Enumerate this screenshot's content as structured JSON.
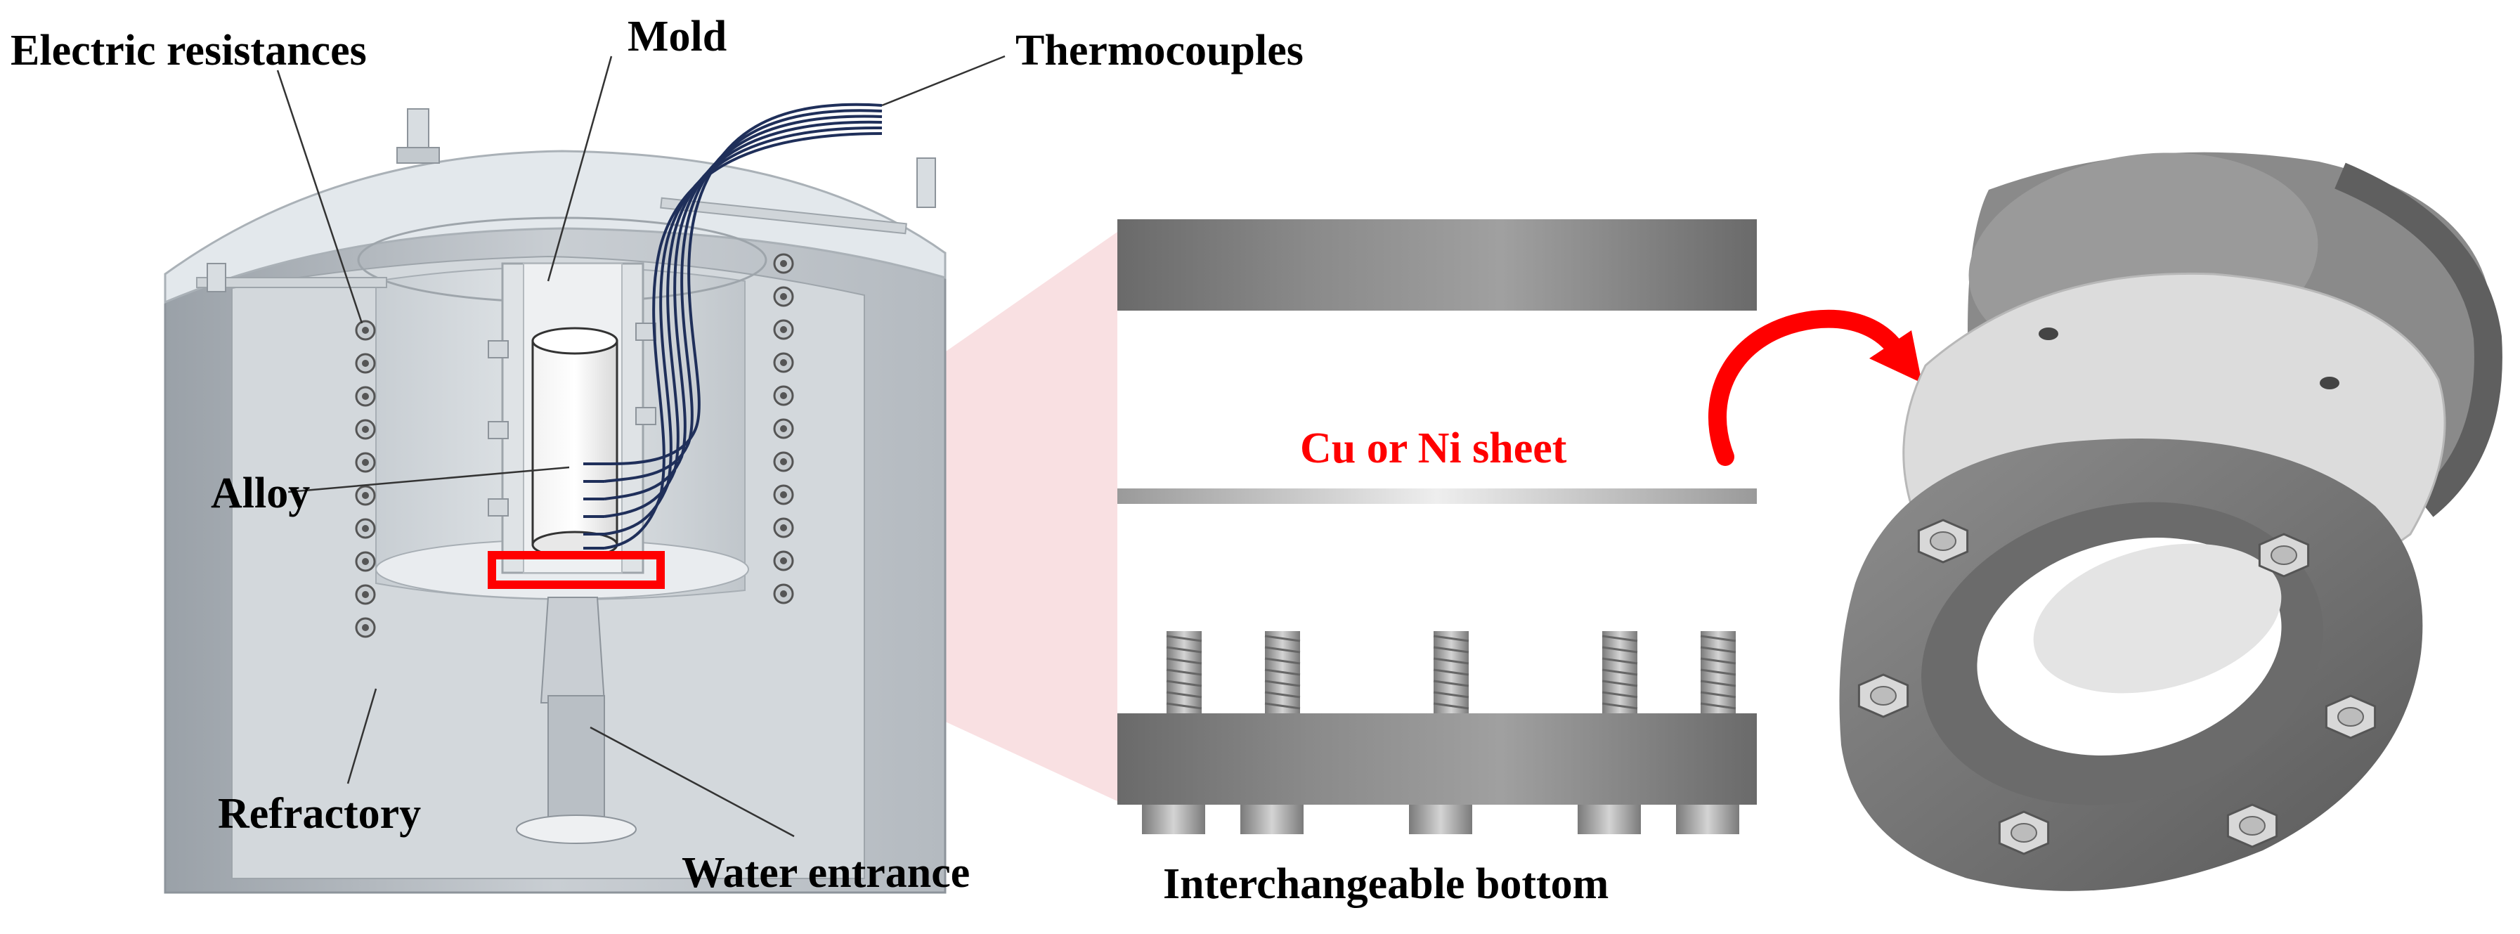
{
  "labels": {
    "electric_resistances": "Electric resistances",
    "mold": "Mold",
    "thermocouples": "Thermocouples",
    "alloy": "Alloy",
    "refractory": "Refractory",
    "water_entrance": "Water entrance",
    "sheet": "Cu or Ni sheet",
    "interchangeable_bottom": "Interchangeable bottom"
  },
  "colors": {
    "label_text": "#000000",
    "highlight_red": "#ff0000",
    "refractory_gray": "#c9cdd1",
    "refractory_top": "#e3e8ec",
    "metal_dark": "#6e6e6e",
    "metal_light": "#c8c8c8",
    "thermocouple_wire": "#1f2f5a",
    "zoom_pink": "#f7d6d8"
  }
}
